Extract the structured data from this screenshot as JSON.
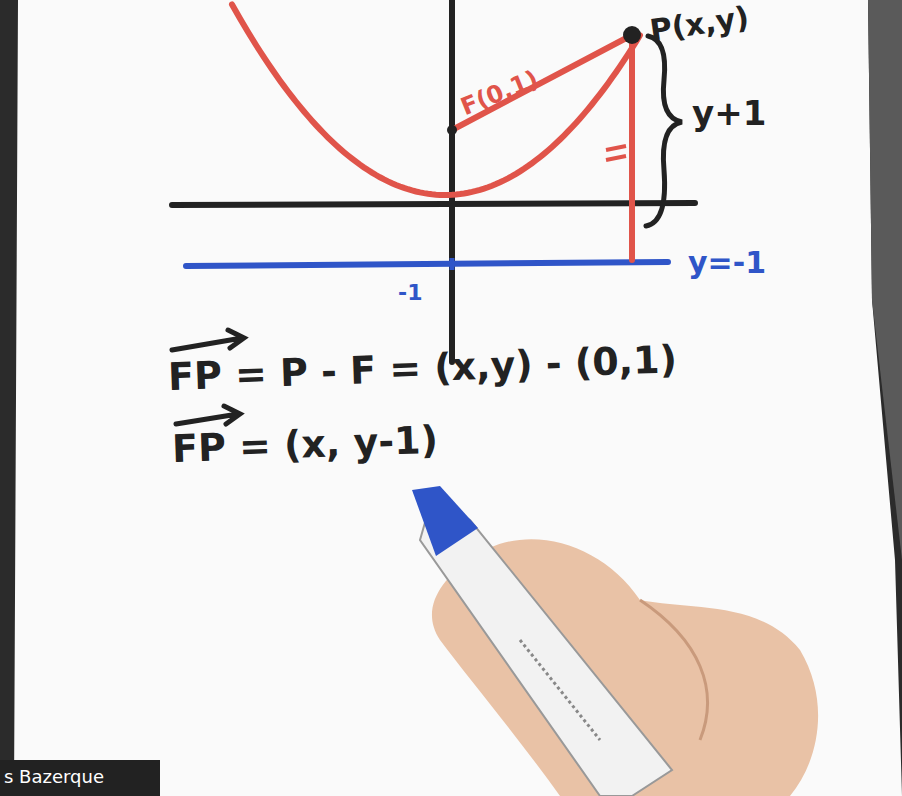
{
  "diagram": {
    "labels": [
      "P(x,y)",
      "F(0,1)",
      "y+1",
      "y=-1",
      "-1",
      "FP = P - F = (x,y) - (0,1)",
      "FP = (x, y-1)",
      "s Bazerque"
    ]
  }
}
